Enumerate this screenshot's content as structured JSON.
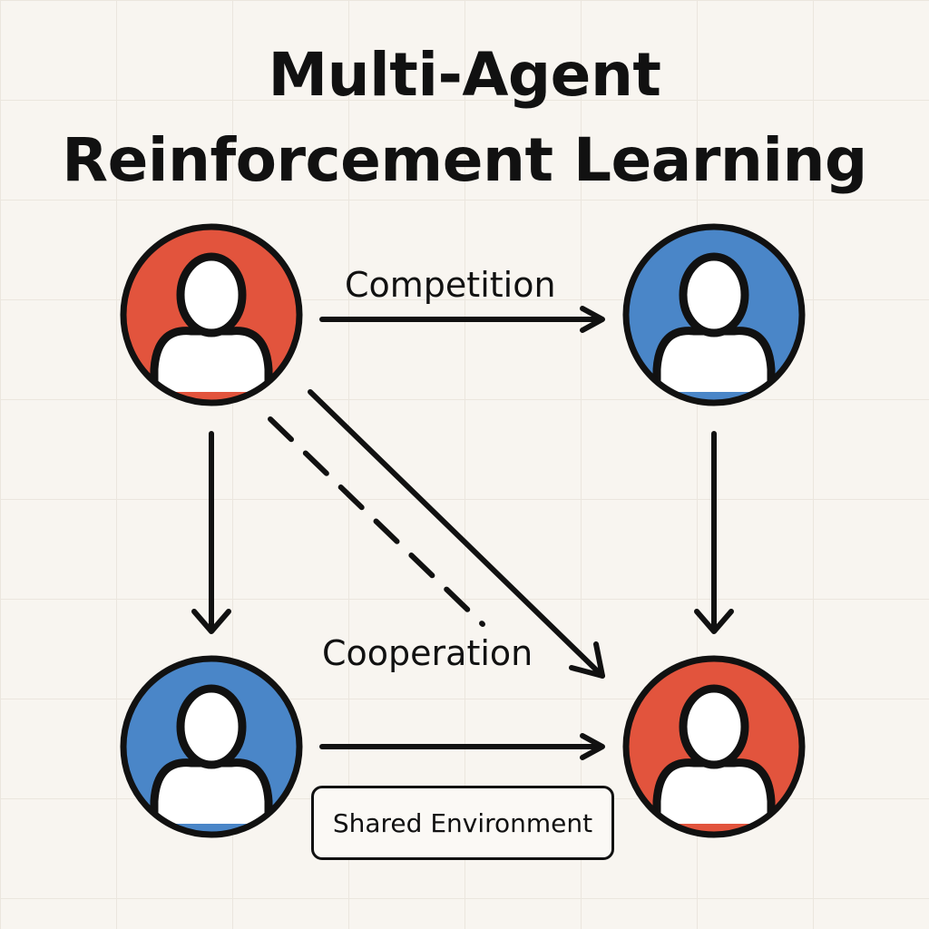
{
  "title": {
    "line1": "Multi-Agent",
    "line2": "Reinforcement Learning"
  },
  "labels": {
    "competition": "Competition",
    "cooperation": "Cooperation",
    "environment": "Shared Environment"
  },
  "agents": [
    {
      "id": "top-left",
      "team": "red",
      "icon": "person-icon"
    },
    {
      "id": "top-right",
      "team": "blue",
      "icon": "person-icon"
    },
    {
      "id": "bottom-left",
      "team": "blue",
      "icon": "person-icon"
    },
    {
      "id": "bottom-right",
      "team": "red",
      "icon": "person-icon"
    }
  ],
  "colors": {
    "red": "#e2543d",
    "blue": "#4a86c8",
    "stroke": "#111111",
    "background": "#f8f5f0"
  }
}
